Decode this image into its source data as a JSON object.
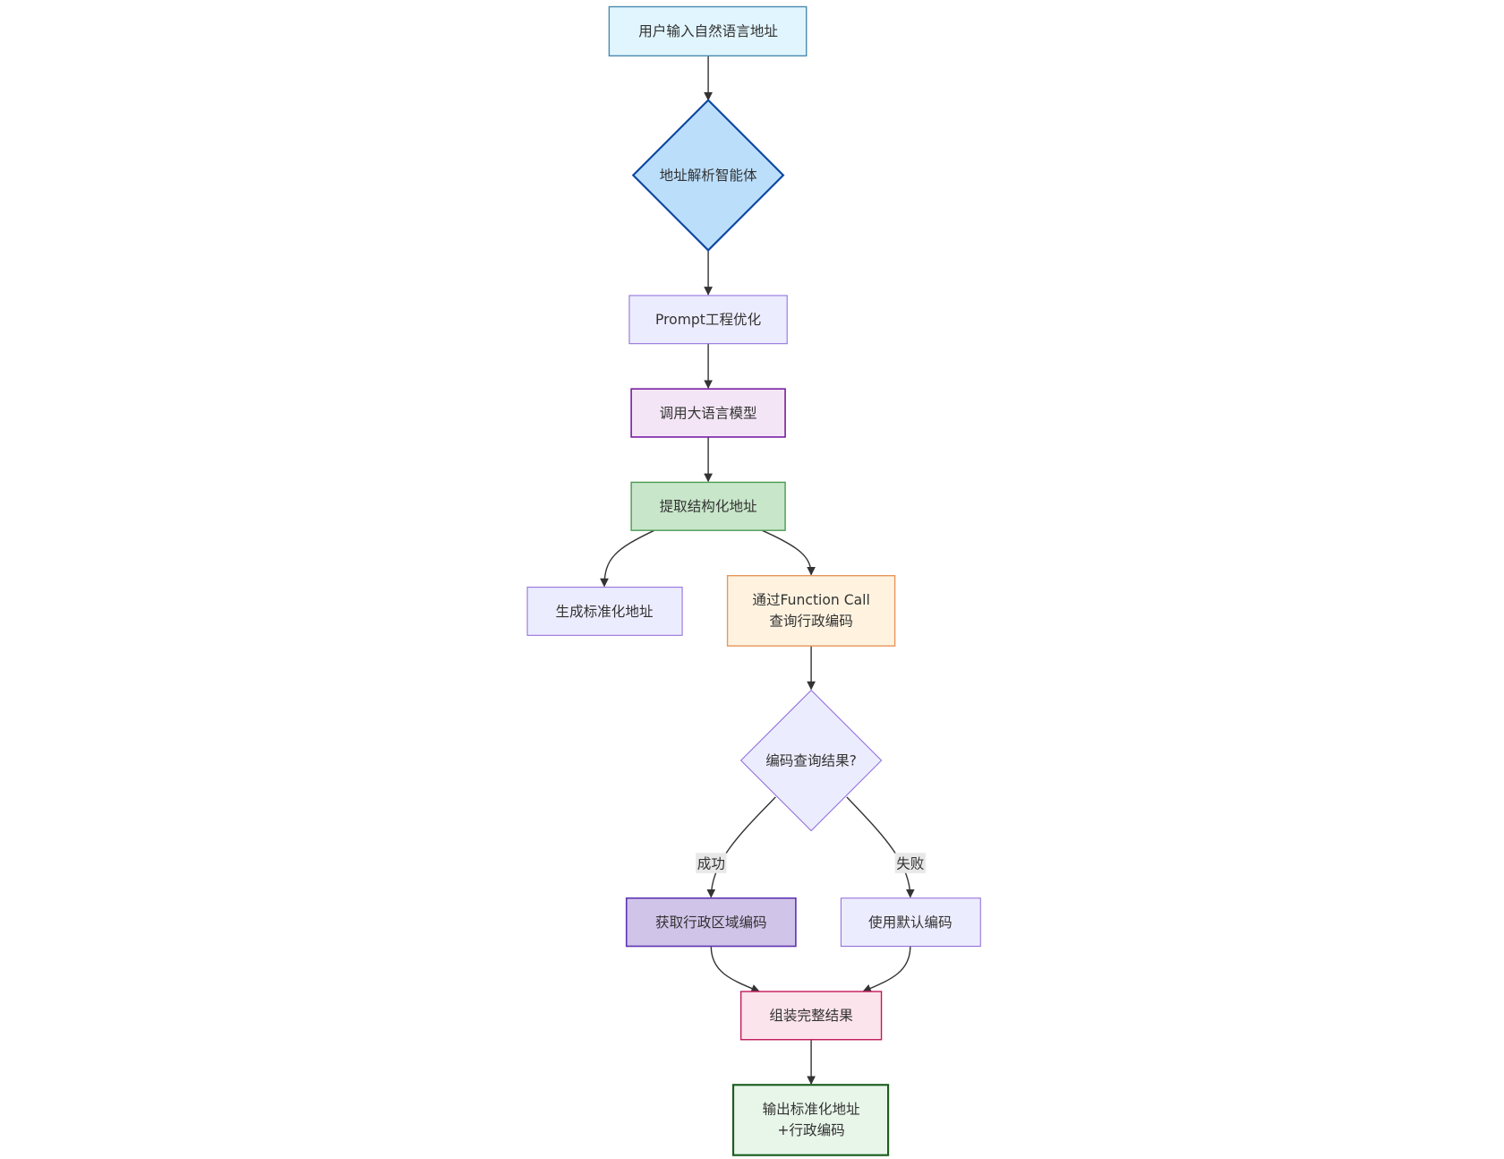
{
  "nodes": {
    "input": "用户输入自然语言地址",
    "agent": "地址解析智能体",
    "prompt": "Prompt工程优化",
    "llm": "调用大语言模型",
    "extract": "提取结构化地址",
    "standard": "生成标准化地址",
    "function_call_line1": "通过Function Call",
    "function_call_line2": "查询行政编码",
    "decision": "编码查询结果?",
    "success_node": "获取行政区域编码",
    "fail_node": "使用默认编码",
    "assemble": "组装完整结果",
    "output_line1": "输出标准化地址",
    "output_line2": "+行政编码"
  },
  "edge_labels": {
    "success": "成功",
    "fail": "失败"
  },
  "colors": {
    "edge": "#333333",
    "default_fill": "#ececff",
    "default_stroke": "#9370db"
  }
}
